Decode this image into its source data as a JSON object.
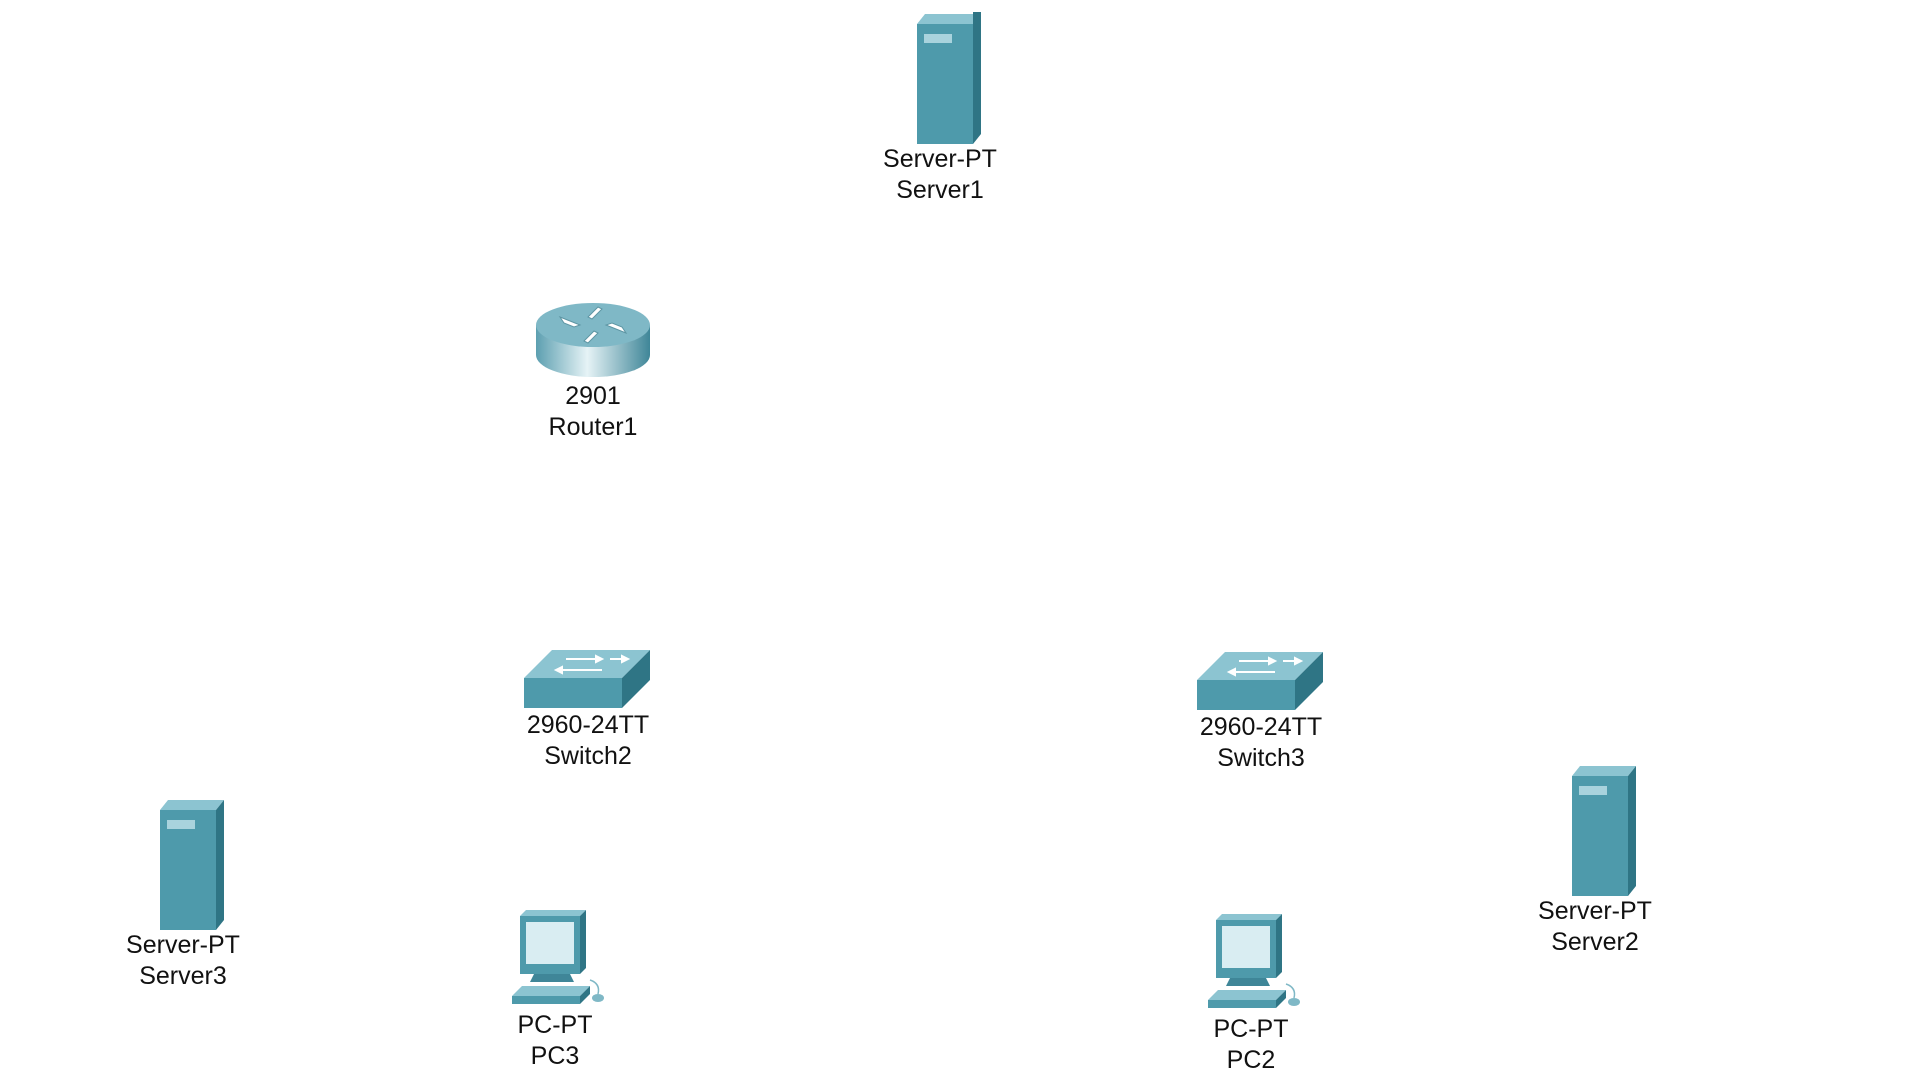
{
  "devices": {
    "server1": {
      "model": "Server-PT",
      "name": "Server1",
      "icon": "server-icon"
    },
    "router1": {
      "model": "2901",
      "name": "Router1",
      "icon": "router-icon"
    },
    "switch2": {
      "model": "2960-24TT",
      "name": "Switch2",
      "icon": "switch-icon"
    },
    "switch3": {
      "model": "2960-24TT",
      "name": "Switch3",
      "icon": "switch-icon"
    },
    "server3": {
      "model": "Server-PT",
      "name": "Server3",
      "icon": "server-icon"
    },
    "pc3": {
      "model": "PC-PT",
      "name": "PC3",
      "icon": "pc-icon"
    },
    "pc2": {
      "model": "PC-PT",
      "name": "PC2",
      "icon": "pc-icon"
    },
    "server2": {
      "model": "Server-PT",
      "name": "Server2",
      "icon": "server-icon"
    }
  },
  "colors": {
    "device_front": "#4e9aab",
    "device_side": "#2f7585",
    "device_top": "#8cc4d1",
    "label_text": "#111111",
    "background": "#ffffff"
  }
}
